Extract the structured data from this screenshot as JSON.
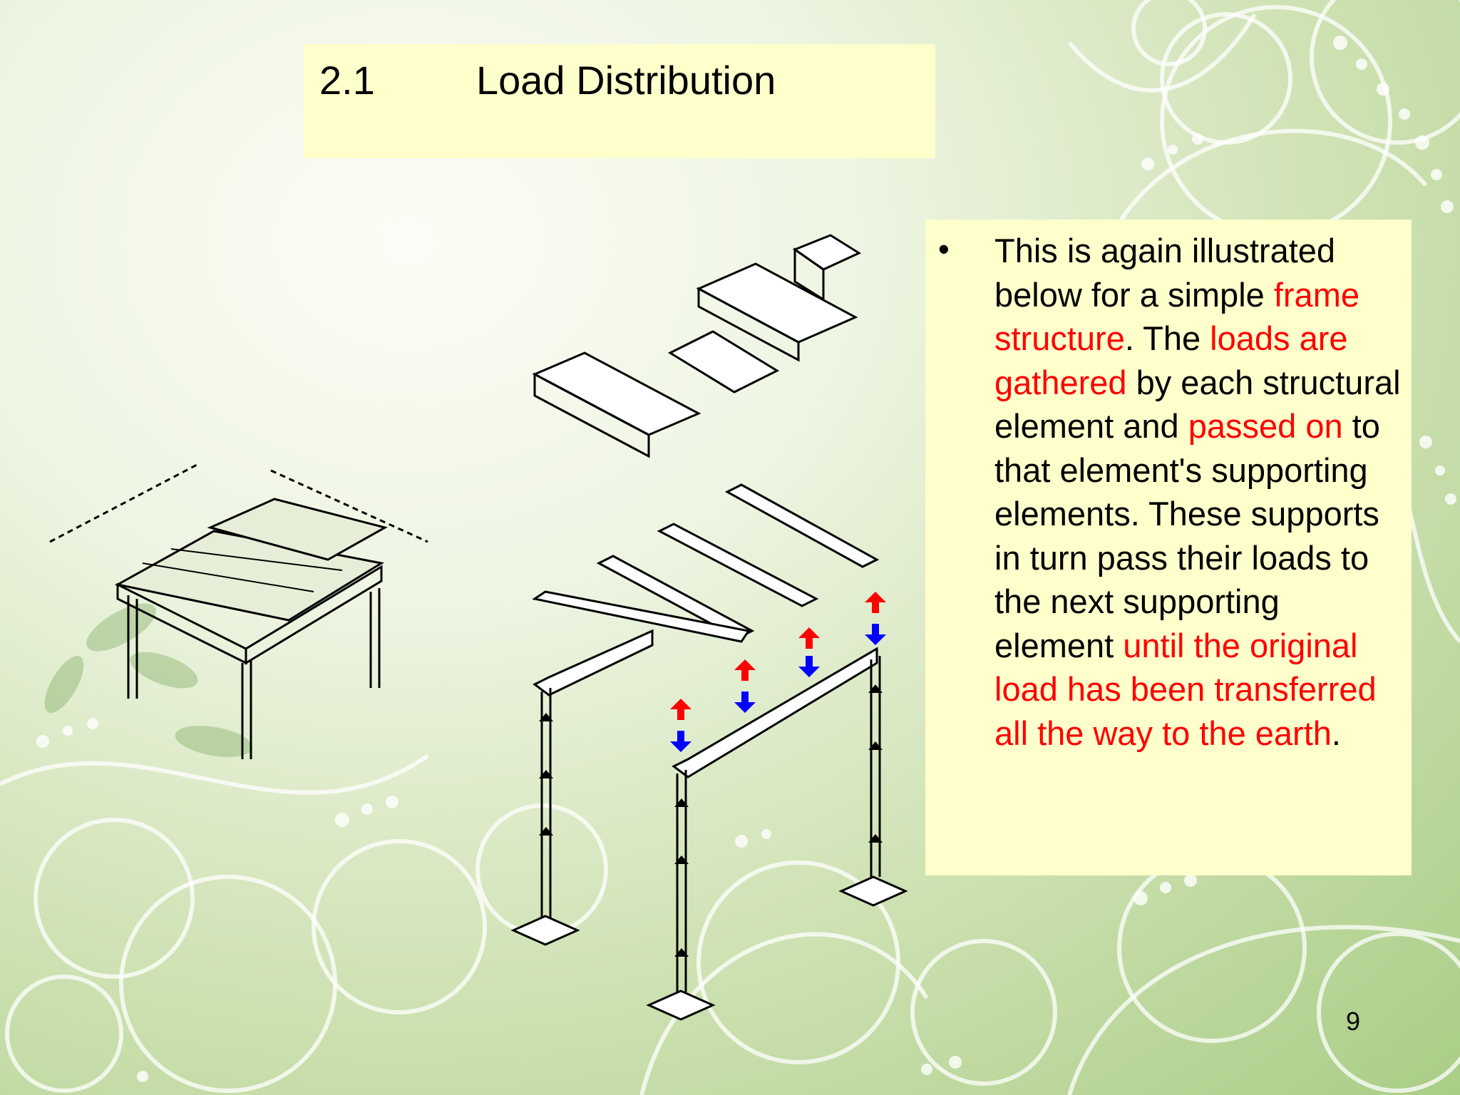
{
  "title": {
    "number": "2.1",
    "text": "Load Distribution"
  },
  "body": {
    "bullet": "•",
    "segments": [
      {
        "text": "This is again illustrated below for a simple ",
        "highlight": false
      },
      {
        "text": "frame structure",
        "highlight": true
      },
      {
        "text": ". The ",
        "highlight": false
      },
      {
        "text": "loads are gathered",
        "highlight": true
      },
      {
        "text": " by each structural element and ",
        "highlight": false
      },
      {
        "text": "passed on",
        "highlight": true
      },
      {
        "text": " to that element's supporting elements. These supports in turn pass their loads to the next supporting element ",
        "highlight": false
      },
      {
        "text": "until the original load has been transferred all the way to the earth",
        "highlight": true
      },
      {
        "text": ".",
        "highlight": false
      }
    ]
  },
  "page_number": "9",
  "colors": {
    "box_fill": "#ffffcc",
    "highlight_text": "#ff0000",
    "arrow_up": "#ff0000",
    "arrow_down": "#0000ff"
  },
  "icons": [
    "bullet-dot"
  ]
}
